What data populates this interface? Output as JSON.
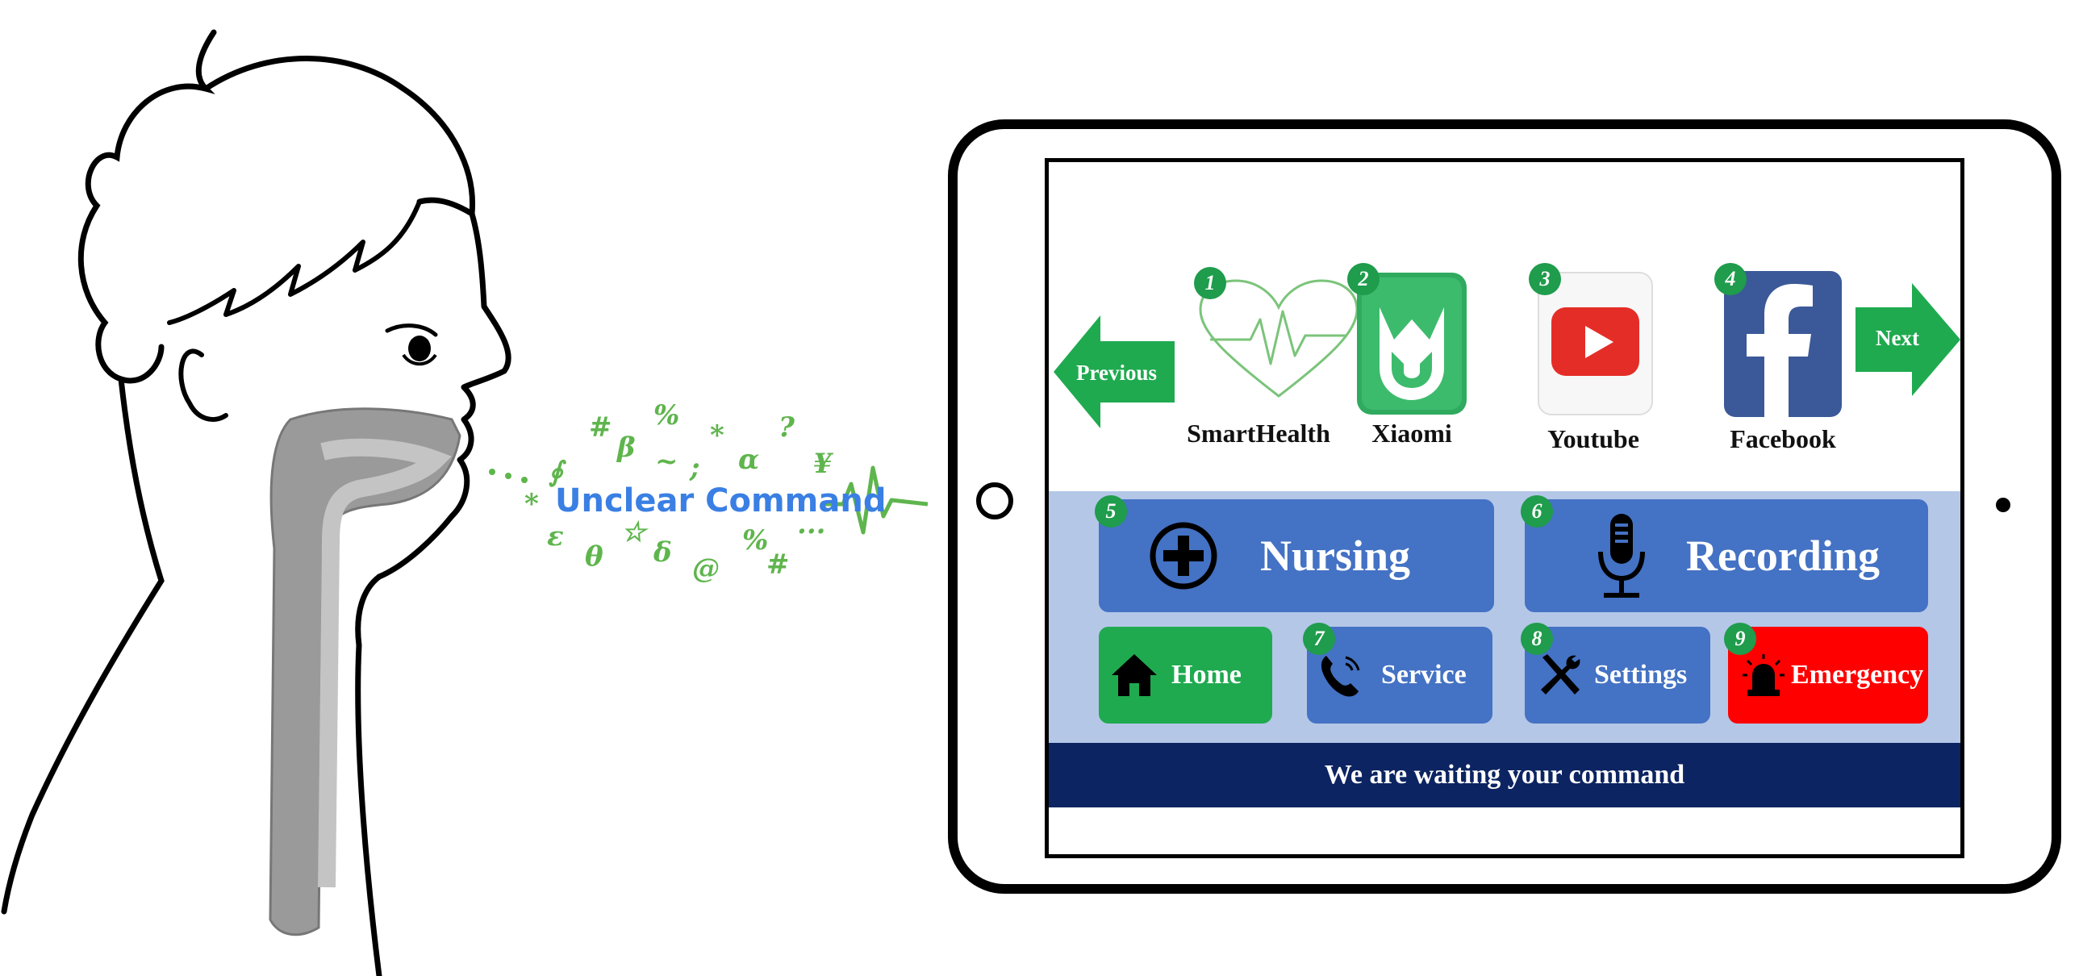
{
  "speech": {
    "label": "Unclear Command",
    "garbled_symbols": [
      "#",
      "β",
      "%",
      "~",
      ";",
      "*",
      "α",
      "?",
      "¥",
      "∮",
      "*",
      "ε",
      "θ",
      "☆",
      "δ",
      "@",
      "%",
      "#",
      "..."
    ]
  },
  "tablet": {
    "apps": [
      {
        "number": "1",
        "label": "SmartHealth",
        "icon": "heart-pulse-icon"
      },
      {
        "number": "2",
        "label": "Xiaomi",
        "icon": "xiaomi-icon"
      },
      {
        "number": "3",
        "label": "Youtube",
        "icon": "youtube-icon"
      },
      {
        "number": "4",
        "label": "Facebook",
        "icon": "facebook-icon"
      }
    ],
    "nav": {
      "previous": "Previous",
      "next": "Next"
    },
    "big_buttons": [
      {
        "number": "5",
        "label": "Nursing",
        "icon": "plus-circle-icon"
      },
      {
        "number": "6",
        "label": "Recording",
        "icon": "microphone-icon"
      }
    ],
    "small_buttons": [
      {
        "number": "",
        "label": "Home",
        "icon": "home-icon"
      },
      {
        "number": "7",
        "label": "Service",
        "icon": "phone-icon"
      },
      {
        "number": "8",
        "label": "Settings",
        "icon": "tools-icon"
      },
      {
        "number": "9",
        "label": "Emergency",
        "icon": "siren-icon"
      }
    ],
    "status": "We are waiting your command"
  },
  "colors": {
    "accent_green": "#1f9c4c",
    "button_blue": "#4472c4",
    "panel_blue": "#b4c7e7",
    "status_navy": "#0c2461",
    "emergency_red": "#ff0000",
    "speech_green": "#5fb54d",
    "label_blue": "#3a7fe3"
  }
}
